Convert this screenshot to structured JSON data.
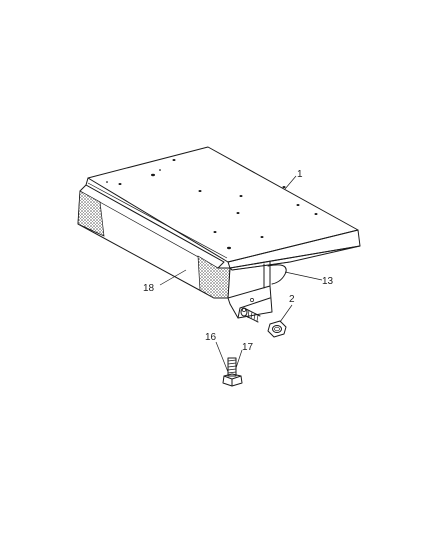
{
  "callouts": {
    "c1": "1",
    "c2": "2",
    "c13": "13",
    "c16": "16",
    "c17": "17",
    "c18": "18"
  },
  "colors": {
    "line": "#1a1a1a",
    "background": "#ffffff",
    "hatch": "#555555"
  }
}
